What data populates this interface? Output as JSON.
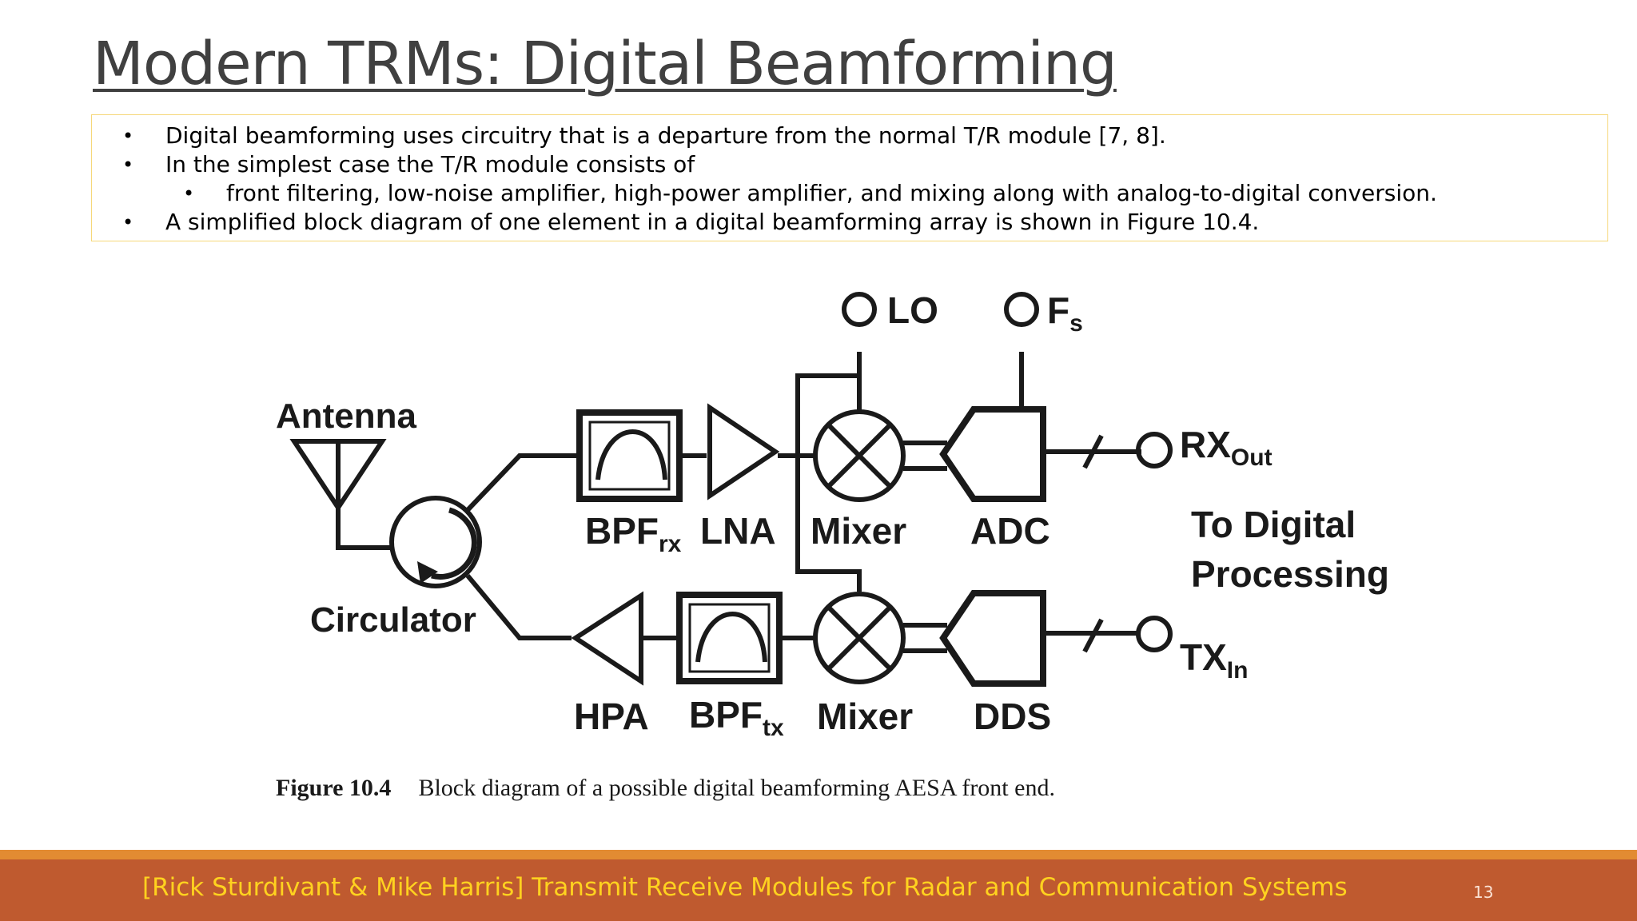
{
  "slide": {
    "title": "Modern TRMs: Digital Beamforming",
    "bullets": [
      {
        "level": 1,
        "text": "Digital beamforming uses circuitry that is a departure from the normal T/R module [7, 8]."
      },
      {
        "level": 1,
        "text": "In the simplest case the T/R module consists of"
      },
      {
        "level": 2,
        "text": "front filtering, low-noise amplifier, high-power amplifier, and mixing along with analog-to-digital conversion."
      },
      {
        "level": 1,
        "text": "A simplified block diagram of one element in a digital beamforming array is shown in Figure 10.4."
      }
    ],
    "bullet_glyph": "•",
    "footer": "[Rick Sturdivant & Mike Harris] Transmit Receive Modules for Radar and Communication Systems",
    "page_number": "13"
  },
  "diagram": {
    "labels": {
      "lo": "LO",
      "fs_main": "F",
      "fs_sub": "s",
      "antenna": "Antenna",
      "circulator": "Circulator",
      "bpf_rx_main": "BPF",
      "bpf_rx_sub": "rx",
      "lna": "LNA",
      "mixer_rx": "Mixer",
      "adc": "ADC",
      "rx_main": "RX",
      "rx_sub": "Out",
      "to_digital_1": "To Digital",
      "to_digital_2": "Processing",
      "hpa": "HPA",
      "bpf_tx_main": "BPF",
      "bpf_tx_sub": "tx",
      "mixer_tx": "Mixer",
      "dds": "DDS",
      "tx_main": "TX",
      "tx_sub": "In"
    },
    "caption": {
      "label": "Figure 10.4",
      "text": "Block diagram of a possible digital beamforming AESA front end."
    }
  },
  "colors": {
    "title": "#404040",
    "footer_bar": "#bf5a2f",
    "footer_stripe": "#e28b32",
    "footer_text": "#ffd21f",
    "bullet_box_border": "#f6d87a"
  }
}
